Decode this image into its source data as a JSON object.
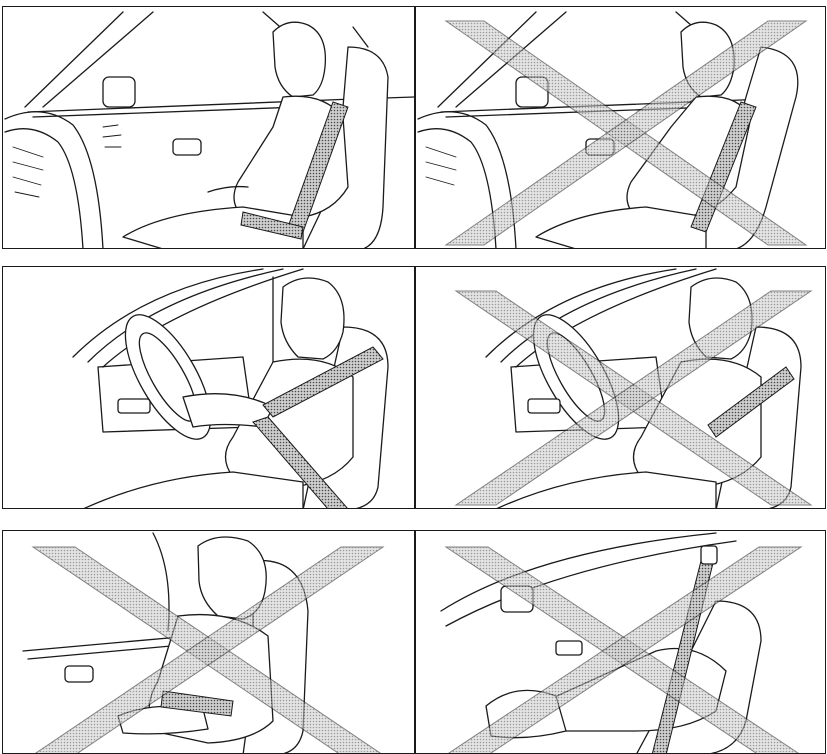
{
  "illustration": {
    "subject": "seat-belt-seating-position",
    "rows": [
      {
        "panels": [
          {
            "view": "side-view-seat-upright",
            "marked_incorrect": false
          },
          {
            "view": "side-view-seat-reclined",
            "marked_incorrect": true
          }
        ]
      },
      {
        "panels": [
          {
            "view": "driver-shoulder-belt-correct",
            "marked_incorrect": false
          },
          {
            "view": "driver-shoulder-belt-under-arm",
            "marked_incorrect": true
          }
        ]
      },
      {
        "panels": [
          {
            "view": "belt-twisted-over-hands",
            "marked_incorrect": true
          },
          {
            "view": "seat-fully-reclined-feet-up",
            "marked_incorrect": true
          }
        ]
      }
    ],
    "colors": {
      "line_art": "#1a1a1a",
      "x_mark_fill": "#9a9a9a",
      "background": "#ffffff"
    }
  }
}
